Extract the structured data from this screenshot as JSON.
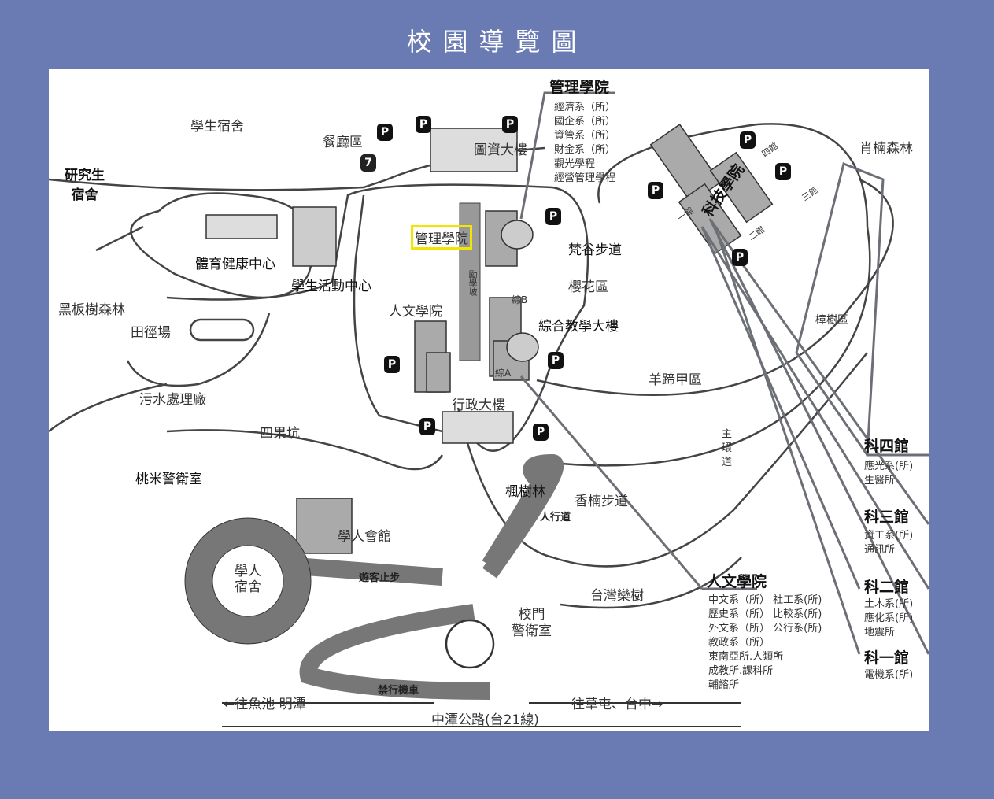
{
  "title": "校園導覽圖",
  "parking": "P",
  "places": {
    "dorm": "學生宿舍",
    "dining": "餐廳區",
    "seven": "7",
    "library": "圖資大樓",
    "grad_dorm": "研究生\n宿舍",
    "gym": "體育健康中心",
    "activity": "學生活動中心",
    "blackboard_forest": "黑板樹森林",
    "track": "田徑場",
    "sewage": "污水處理廠",
    "sigukeng": "四果坑",
    "taomi_guard": "桃米警衛室",
    "scholar_hall": "學人會館",
    "scholar_dorm": "學人\n宿舍",
    "mgmt_building": "管理學院",
    "lixue_slope": "勵學坡",
    "fangu": "梵谷步道",
    "sakura": "櫻花區",
    "zongB": "綜B",
    "zongA": "綜A",
    "general_building": "綜合教學大樓",
    "humanities_building": "人文學院",
    "admin": "行政大樓",
    "yangti": "羊蹄甲區",
    "maple": "楓樹林",
    "xiangnan": "香楠步道",
    "sidewalk": "人行道",
    "visitor_stop": "遊客止步",
    "taiwan_ficus": "台灣欒樹",
    "gate": "校門\n警衛室",
    "no_moto": "禁行機車",
    "to_yuchi": "←往魚池 明潭",
    "to_caotun": "往草屯、台中→",
    "highway": "中潭公路(台21線)",
    "main_road": "主\n環\n道",
    "xiaonan": "肖楠森林",
    "camphor": "樟樹區",
    "tech": "科技學院",
    "k1": "一館",
    "k2": "二館",
    "k3": "三館",
    "k4": "四館"
  },
  "management": {
    "title": "管理學院",
    "depts": [
      "經濟系（所）",
      "國企系（所）",
      "資管系（所）",
      "財金系（所）",
      "觀光學程",
      "經營管理學程"
    ]
  },
  "humanities": {
    "title": "人文學院",
    "depts": "中文系（所） 社工系(所)\n歷史系（所） 比較系(所)\n外文系（所） 公行系(所)\n教政系（所）\n東南亞所.人類所\n成教所.課科所\n輔諮所"
  },
  "tech_halls": [
    {
      "title": "科四館",
      "depts": "應光系(所)\n生醫所"
    },
    {
      "title": "科三館",
      "depts": "資工系(所)\n通訊所"
    },
    {
      "title": "科二館",
      "depts": "土木系(所)\n應化系(所)\n地震所"
    },
    {
      "title": "科一館",
      "depts": "電機系(所)"
    }
  ]
}
